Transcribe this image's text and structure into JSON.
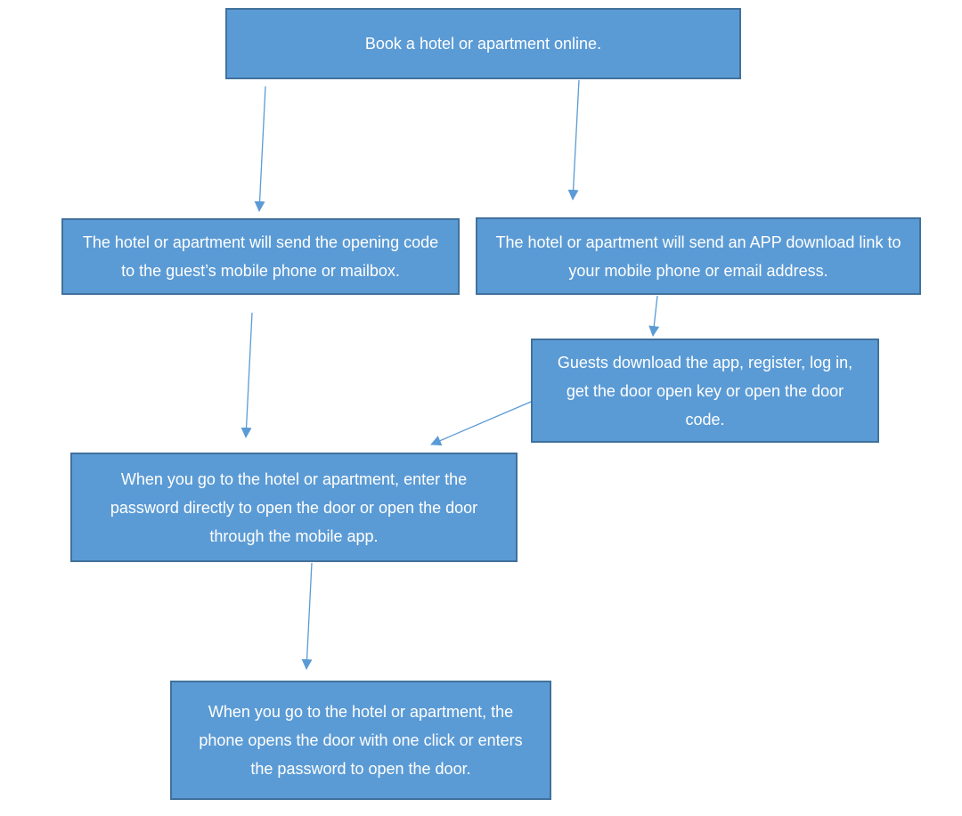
{
  "diagram": {
    "colors": {
      "box_fill": "#5b9bd5",
      "box_border": "#41719c",
      "arrow": "#5b9bd5",
      "text": "#ffffff"
    },
    "nodes": [
      {
        "id": "book",
        "text": "Book a hotel or apartment online."
      },
      {
        "id": "send-code",
        "text": "The hotel or apartment will send the opening code to the guest’s mobile phone or mailbox."
      },
      {
        "id": "send-app-link",
        "text": "The hotel or apartment will send an APP download link to your mobile phone or email address."
      },
      {
        "id": "download-app",
        "text": "Guests download the app, register, log in, get the door open key or open the door code."
      },
      {
        "id": "enter-password",
        "text": "When you go to the hotel or apartment, enter the password directly to open the door or open the door through the mobile app."
      },
      {
        "id": "one-click",
        "text": "When you go to the hotel or apartment, the phone opens the door with one click or enters the password to open the door."
      }
    ],
    "edges": [
      {
        "from": "book",
        "to": "send-code"
      },
      {
        "from": "book",
        "to": "send-app-link"
      },
      {
        "from": "send-app-link",
        "to": "download-app"
      },
      {
        "from": "send-code",
        "to": "enter-password"
      },
      {
        "from": "download-app",
        "to": "enter-password"
      },
      {
        "from": "enter-password",
        "to": "one-click"
      }
    ]
  }
}
